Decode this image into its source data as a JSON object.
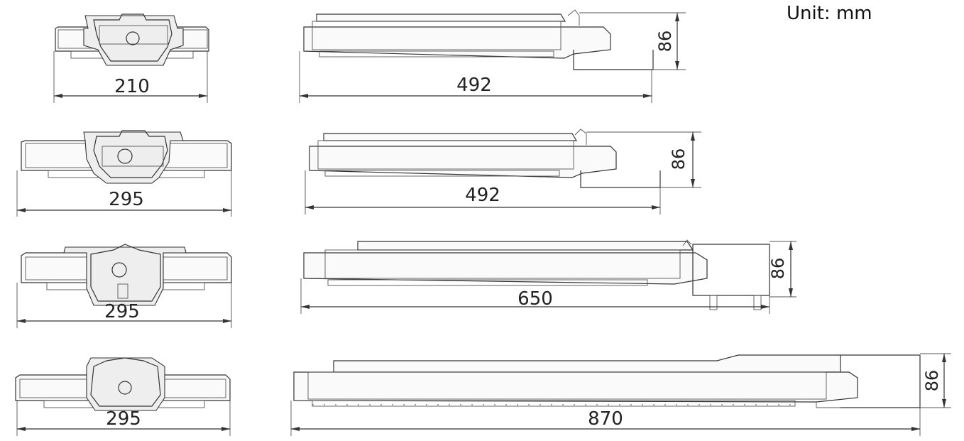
{
  "unit_label": "Unit: mm",
  "dimensions": [
    {
      "front_width": "210",
      "side_length": "492",
      "height": "86"
    },
    {
      "front_width": "295",
      "side_length": "492",
      "height": "86"
    },
    {
      "front_width": "295",
      "side_length": "650",
      "height": "86"
    },
    {
      "front_width": "295",
      "side_length": "870",
      "height": "86"
    }
  ]
}
